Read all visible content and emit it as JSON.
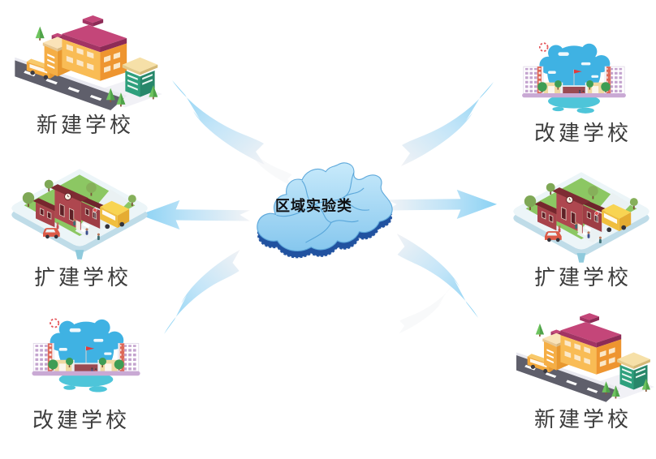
{
  "diagram": {
    "center": {
      "label": "区域实验类",
      "icon": "beijing-map-3d-icon",
      "map_fill": "#A9DCF5",
      "map_edge_color": "#2152A0",
      "map_border_color": "#4E9FD6"
    },
    "nodes": [
      {
        "id": "top-left",
        "label": "新建学校",
        "icon": "new-school-illustration"
      },
      {
        "id": "middle-left",
        "label": "扩建学校",
        "icon": "expanded-school-illustration"
      },
      {
        "id": "bottom-left",
        "label": "改建学校",
        "icon": "renovated-school-illustration"
      },
      {
        "id": "top-right",
        "label": "改建学校",
        "icon": "renovated-school-illustration"
      },
      {
        "id": "middle-right",
        "label": "扩建学校",
        "icon": "expanded-school-illustration"
      },
      {
        "id": "bottom-right",
        "label": "新建学校",
        "icon": "new-school-illustration"
      }
    ],
    "arrows": [
      {
        "from": "center",
        "to": "top-left"
      },
      {
        "from": "center",
        "to": "top-right"
      },
      {
        "from": "center",
        "to": "middle-left"
      },
      {
        "from": "center",
        "to": "middle-right"
      },
      {
        "from": "center",
        "to": "bottom-left"
      },
      {
        "from": "center",
        "to": "bottom-right"
      }
    ],
    "colors": {
      "arrow_tip": "#85D0F3",
      "arrow_tail": "#F1F2F5",
      "label_text": "#3D3D3D",
      "background": "#FFFFFF"
    }
  }
}
